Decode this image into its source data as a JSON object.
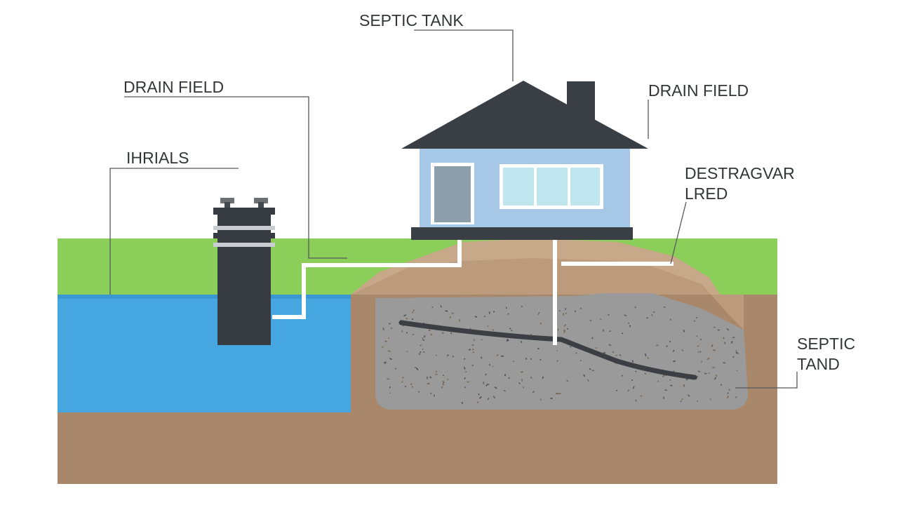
{
  "labels": {
    "septic_tank_top": "SEPTIC TANK",
    "drain_field_left": "DRAIN FIELD",
    "ihrials": "IHRIALS",
    "drain_field_right": "DRAIN FIELD",
    "destragvar_line1": "DESTRAGVAR",
    "destragvar_line2": "LRED",
    "septic_tand_line1": "SEPTIC",
    "septic_tand_line2": "TAND"
  },
  "colors": {
    "grass": "#8bcf5a",
    "water": "#45a6e0",
    "soil": "#a9876a",
    "sand_mound": "#c7a888",
    "gravel": "#9a9a9a",
    "house_wall": "#a6c7e6",
    "roof": "#3a3f46",
    "window_glass": "#bfe6ee",
    "tank": "#363b42",
    "pipe": "#ffffff"
  },
  "icons": {
    "house": "house-icon",
    "tank": "septic-tank-icon"
  }
}
